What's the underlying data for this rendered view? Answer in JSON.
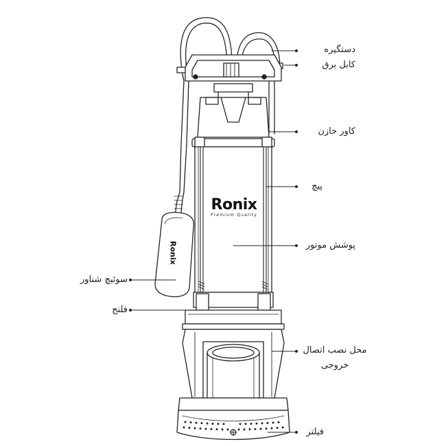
{
  "brand": {
    "name": "Ronix",
    "tagline": "Premium Quality",
    "float_brand": "Ronix"
  },
  "labels": {
    "handle": "دستگیره",
    "power_cable": "کابل برق",
    "capacitor_cover": "کاور خازن",
    "screw": "پیچ",
    "motor_cover": "پوشش موتور",
    "float_switch": "سوئیچ شناور",
    "flange": "فلنج",
    "outlet_line1": "محل نصب اتصال",
    "outlet_line2": "خروجی",
    "filter": "فیلتر"
  },
  "colors": {
    "line": "#222222",
    "body": "#ffffff",
    "shade": "#dcdcdc"
  }
}
